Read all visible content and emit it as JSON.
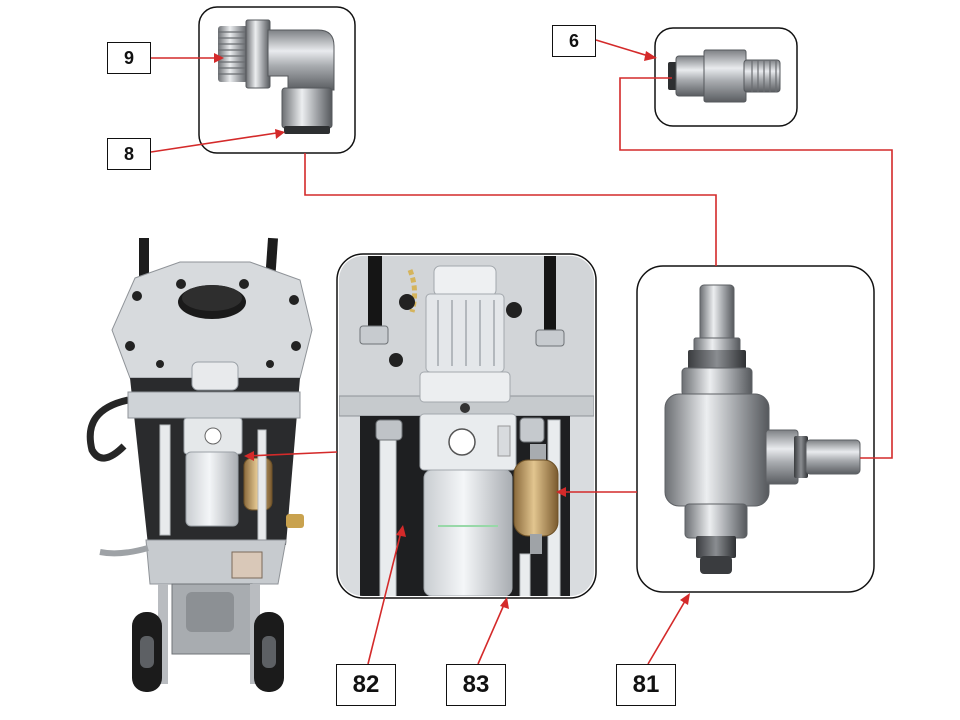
{
  "callouts": {
    "c9": "9",
    "c8": "8",
    "c6": "6",
    "c82": "82",
    "c83": "83",
    "c81": "81"
  },
  "colors": {
    "leader_line": "#d42a2a",
    "frame": "#111111",
    "metal": "#b9bcc0"
  }
}
